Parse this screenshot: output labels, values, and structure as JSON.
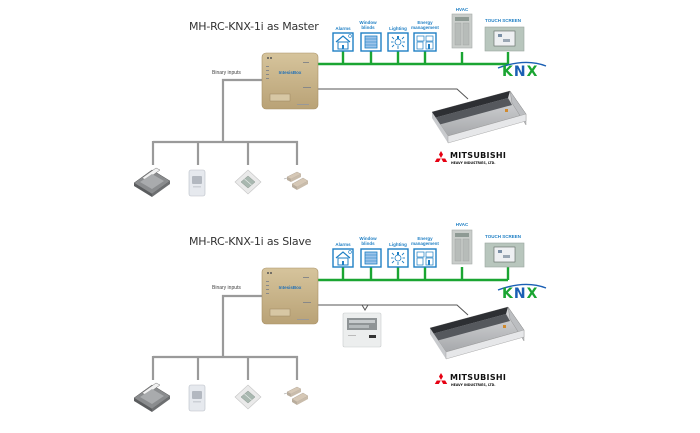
{
  "diagrams": [
    {
      "title": "MH-RC-KNX-1i as Master",
      "binary_inputs_label": "Binary inputs",
      "gateway": {
        "brand": "IntesisBox",
        "model": "MH-RC-KNX-1i"
      },
      "knx_devices": [
        {
          "label": "Alarms",
          "icon": "house-alarm-icon"
        },
        {
          "label": "Window blinds",
          "icon": "window-blinds-icon"
        },
        {
          "label": "Lighting",
          "icon": "lighting-icon"
        },
        {
          "label": "Energy management",
          "icon": "energy-management-icon"
        },
        {
          "label": "HVAC",
          "icon": "hvac-panel-icon"
        },
        {
          "label": "TOUCH SCREEN",
          "icon": "touch-screen-icon"
        }
      ],
      "binary_devices": [
        "card-switch",
        "motion-sensor",
        "wall-switch",
        "window-contact"
      ],
      "has_remote_controller": false,
      "bus_logo": "KNX",
      "manufacturer": {
        "name": "MITSUBISHI",
        "sub": "HEAVY INDUSTRIES, LTD."
      }
    },
    {
      "title": "MH-RC-KNX-1i as Slave",
      "binary_inputs_label": "Binary inputs",
      "gateway": {
        "brand": "IntesisBox",
        "model": "MH-RC-KNX-1i"
      },
      "knx_devices": [
        {
          "label": "Alarms",
          "icon": "house-alarm-icon"
        },
        {
          "label": "Window blinds",
          "icon": "window-blinds-icon"
        },
        {
          "label": "Lighting",
          "icon": "lighting-icon"
        },
        {
          "label": "Energy management",
          "icon": "energy-management-icon"
        },
        {
          "label": "HVAC",
          "icon": "hvac-panel-icon"
        },
        {
          "label": "TOUCH SCREEN",
          "icon": "touch-screen-icon"
        }
      ],
      "binary_devices": [
        "card-switch",
        "motion-sensor",
        "wall-switch",
        "window-contact"
      ],
      "has_remote_controller": true,
      "bus_logo": "KNX",
      "manufacturer": {
        "name": "MITSUBISHI",
        "sub": "HEAVY INDUSTRIES, LTD."
      }
    }
  ],
  "colors": {
    "knx_bus": "#1aa532",
    "wire": "#9a9a9a",
    "ac_wire": "#444444",
    "icon_blue": "#1f7fc4",
    "gateway_body": "#c8b48a",
    "knx_green": "#1aa532",
    "knx_blue": "#1a5fb4",
    "mitsubishi_red": "#e60012"
  }
}
